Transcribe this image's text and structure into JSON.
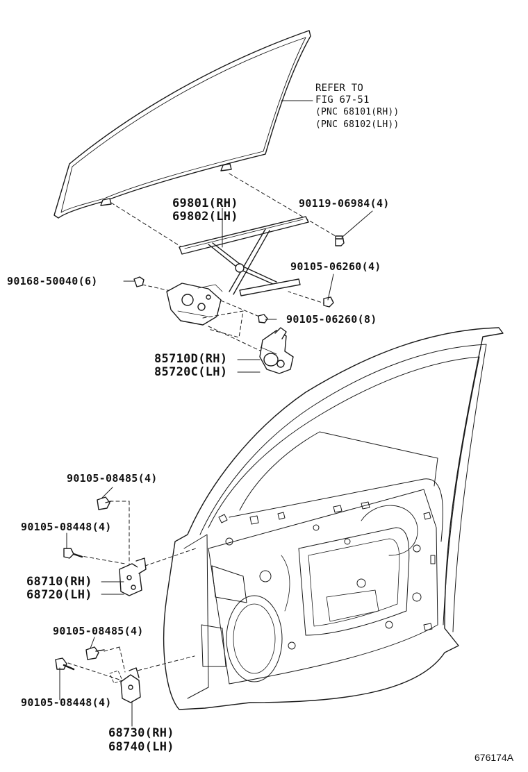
{
  "refer": {
    "line1": "REFER TO",
    "line2": "FIG 67-51",
    "line3": "(PNC 68101(RH))",
    "line4": "(PNC 68102(LH))"
  },
  "parts": {
    "regulator": {
      "rh": "69801(RH)",
      "lh": "69802(LH)"
    },
    "bolt_glass": "90119-06984(4)",
    "bolt_regulator": "90168-50040(6)",
    "bolt_rail": "90105-06260(4)",
    "bolt_motor": "90105-06260(8)",
    "motor": {
      "rh": "85710D(RH)",
      "lh": "85720C(LH)"
    },
    "upper_hinge_bolt_a": "90105-08485(4)",
    "upper_hinge_bolt_b": "90105-08448(4)",
    "upper_hinge": {
      "rh": "68710(RH)",
      "lh": "68720(LH)"
    },
    "lower_hinge_bolt_a": "90105-08485(4)",
    "lower_hinge_bolt_b": "90105-08448(4)",
    "lower_hinge": {
      "rh": "68730(RH)",
      "lh": "68740(LH)"
    }
  },
  "figure_id": "676174A"
}
